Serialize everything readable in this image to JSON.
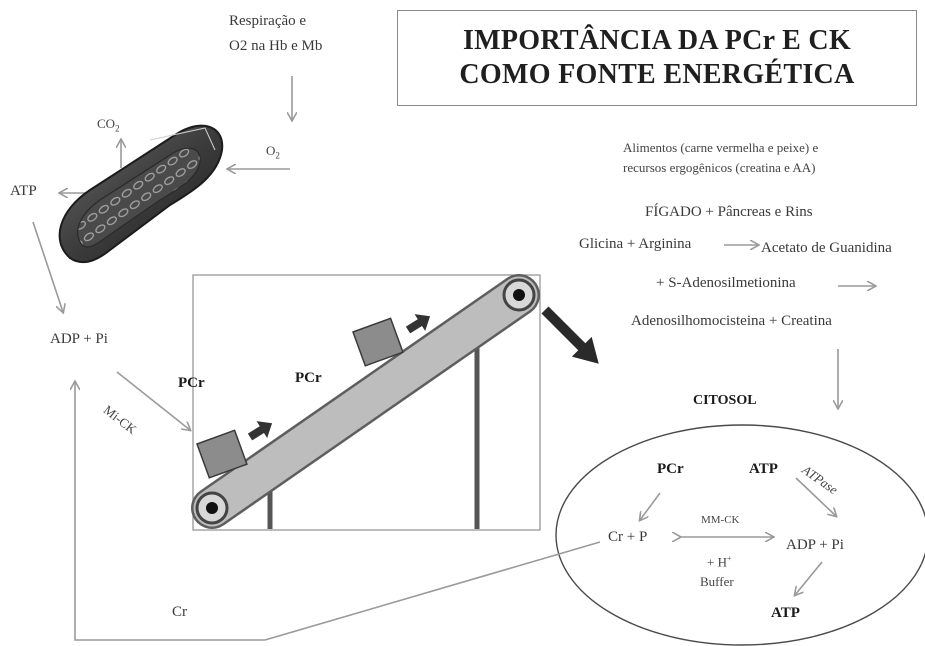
{
  "title": {
    "line1": "IMPORTÂNCIA DA PCr E CK",
    "line2": "COMO FONTE ENERGÉTICA"
  },
  "left": {
    "respiration_line1": "Respiração e",
    "respiration_line2": "O2 na Hb e Mb",
    "co2": "CO",
    "co2_sub": "2",
    "o2": "O",
    "o2_sub": "2",
    "atp": "ATP",
    "adp_pi": "ADP + Pi",
    "mi_ck": "Mi-CK",
    "pcr_low": "PCr",
    "pcr_high": "PCr",
    "cr": "Cr"
  },
  "synthesis": {
    "foods_line1": "Alimentos (carne vermelha e peixe) e",
    "foods_line2": "recursos ergogênicos (creatina e AA)",
    "organs": "FÍGADO + Pâncreas e Rins",
    "glycine": "Glicina + Arginina",
    "guanidine": "Acetato de Guanidina",
    "sam": "+ S-Adenosilmetionina",
    "result": "Adenosilhomocisteina + Creatina"
  },
  "cytosol": {
    "label": "CITOSOL",
    "pcr": "PCr",
    "atp_top": "ATP",
    "atpase": "ATPase",
    "cr_p": "Cr + P",
    "mm_ck": "MM-CK",
    "adp_pi": "ADP + Pi",
    "h_plus": "+ H",
    "h_sup": "+",
    "buffer": "Buffer",
    "atp_bottom": "ATP"
  },
  "colors": {
    "arrow": "#9a9a9a",
    "belt": "#b9b9b9",
    "block": "#8e8e8e",
    "dark": "#2b2b2b"
  }
}
